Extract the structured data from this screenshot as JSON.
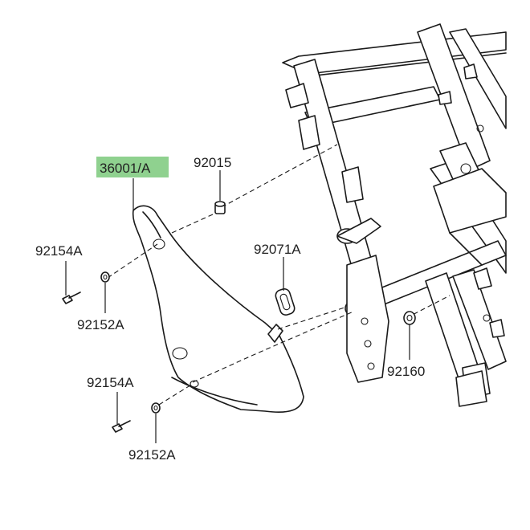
{
  "diagram": {
    "highlight_color": "#8fd18f",
    "labels": {
      "cover_part": "36001/A",
      "collar": "92015",
      "grommet": "92071A",
      "bolt_upper": "92154A",
      "washer_upper": "92152A",
      "bolt_lower": "92154A",
      "washer_lower": "92152A",
      "damper": "92160"
    }
  }
}
